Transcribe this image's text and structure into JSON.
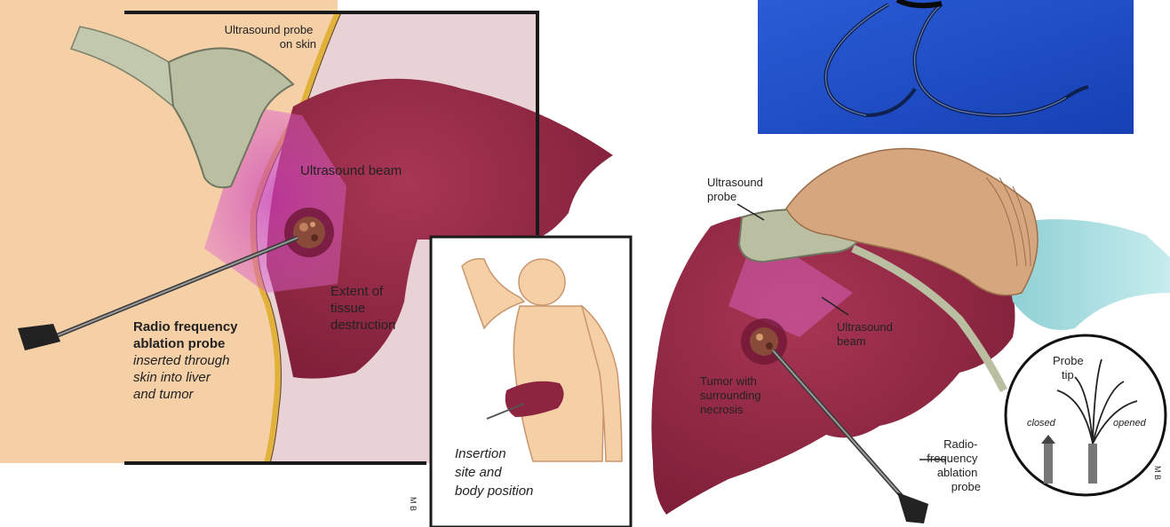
{
  "left_panel": {
    "probe_on_skin": [
      "Ultrasound probe",
      "on skin"
    ],
    "ultrasound_beam": "Ultrasound beam",
    "extent": [
      "Extent of",
      "tissue",
      "destruction"
    ],
    "rfa_probe_title": [
      "Radio frequency",
      "ablation probe"
    ],
    "rfa_probe_desc": [
      "inserted through",
      "skin into liver",
      "and tumor"
    ],
    "signature": "M B"
  },
  "inset": {
    "caption": [
      "Insertion",
      "site and",
      "body position"
    ]
  },
  "right_panel": {
    "ultrasound_probe": [
      "Ultrasound",
      "probe"
    ],
    "ultrasound_beam": [
      "Ultrasound",
      "beam"
    ],
    "tumor": [
      "Tumor with",
      "surrounding",
      "necrosis"
    ],
    "rfa_probe": [
      "Radio-",
      "frequency",
      "ablation",
      "probe"
    ],
    "probe_tip": [
      "Probe",
      "tip"
    ],
    "closed": "closed",
    "opened": "opened",
    "signature": "M B"
  },
  "colors": {
    "skin": "#f5cfa6",
    "liver": "#8e2540",
    "liver_light": "#b04a63",
    "beam": "#e06ad0",
    "photo_bg": "#1e4fc8",
    "probe_gray": "#b9bfa0",
    "frame": "#1a1a1a"
  }
}
